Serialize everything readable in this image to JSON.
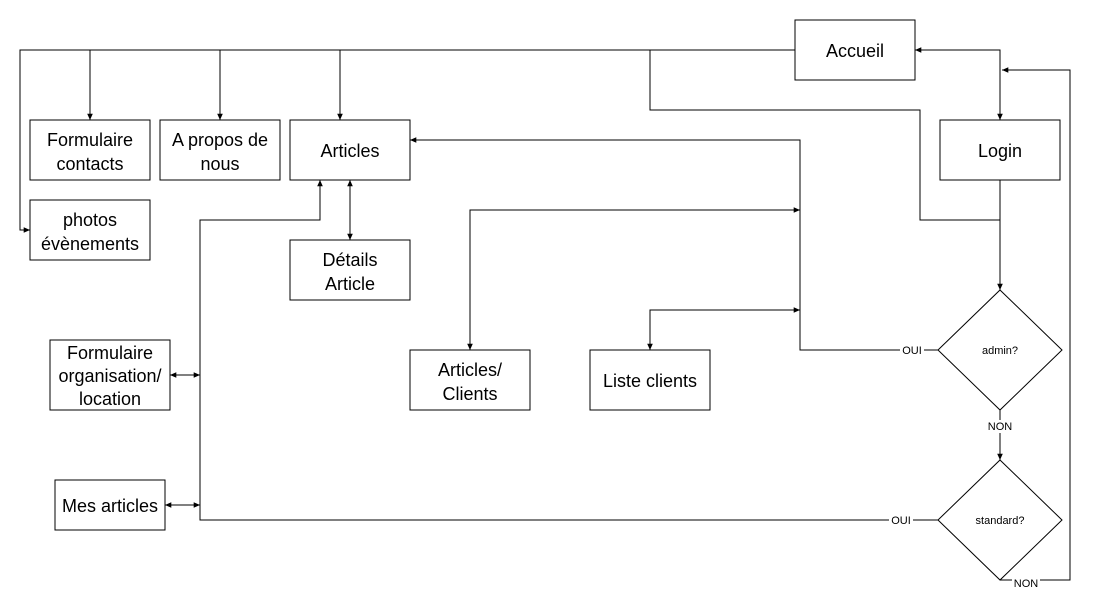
{
  "nodes": {
    "accueil": "Accueil",
    "login": "Login",
    "formulaire_contacts": [
      "Formulaire",
      "contacts"
    ],
    "a_propos": [
      "A propos de",
      "nous"
    ],
    "articles": "Articles",
    "photos_evenements": [
      "photos",
      "évènements"
    ],
    "details_article": [
      "Détails",
      "Article"
    ],
    "formulaire_organisation": [
      "Formulaire",
      "organisation/",
      "location"
    ],
    "mes_articles": "Mes articles",
    "articles_clients": [
      "Articles/",
      "Clients"
    ],
    "liste_clients": "Liste clients",
    "admin": "admin?",
    "standard": "standard?"
  },
  "edge_labels": {
    "admin_oui": "OUI",
    "admin_non": "NON",
    "standard_oui": "OUI",
    "standard_non": "NON"
  }
}
